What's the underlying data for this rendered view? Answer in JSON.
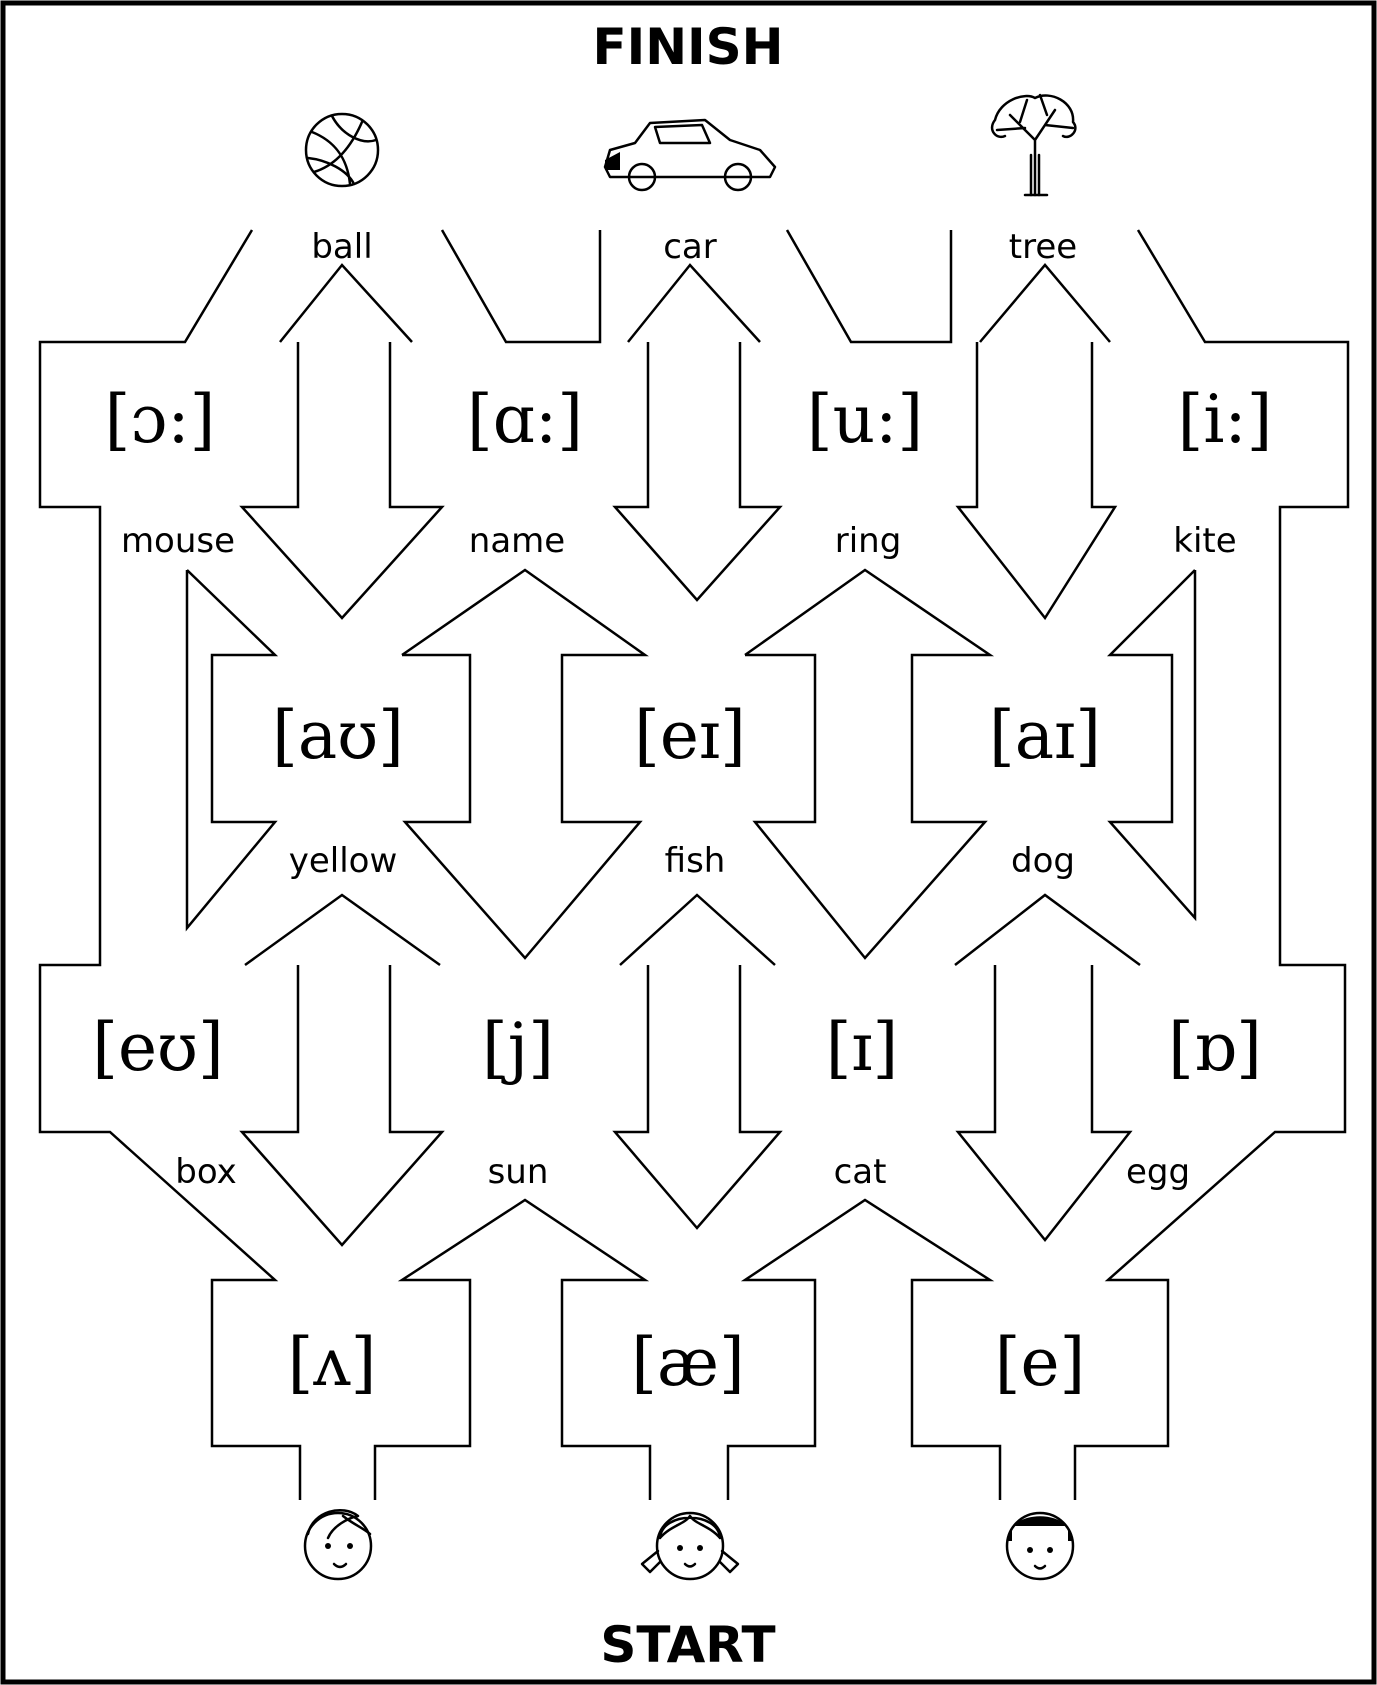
{
  "finish_label": "FINISH",
  "start_label": "START",
  "goal_pictures": [
    {
      "icon": "ball-icon",
      "word": "ball"
    },
    {
      "icon": "car-icon",
      "word": "car"
    },
    {
      "icon": "tree-icon",
      "word": "tree"
    }
  ],
  "sound_boxes": [
    {
      "symbol": "[ɔ:]"
    },
    {
      "symbol": "[ɑ:]"
    },
    {
      "symbol": "[u:]"
    },
    {
      "symbol": "[i:]"
    },
    {
      "symbol": "[aʊ]"
    },
    {
      "symbol": "[eɪ]"
    },
    {
      "symbol": "[aɪ]"
    },
    {
      "symbol": "[eʊ]"
    },
    {
      "symbol": "[j]"
    },
    {
      "symbol": "[ɪ]"
    },
    {
      "symbol": "[ɒ]"
    },
    {
      "symbol": "[ʌ]"
    },
    {
      "symbol": "[æ]"
    },
    {
      "symbol": "[e]"
    }
  ],
  "path_words": [
    "mouse",
    "name",
    "ring",
    "kite",
    "yellow",
    "fish",
    "dog",
    "box",
    "sun",
    "cat",
    "egg"
  ],
  "start_children": [
    {
      "icon": "boy-face-icon"
    },
    {
      "icon": "girl-face-icon"
    },
    {
      "icon": "child-face-icon"
    }
  ]
}
